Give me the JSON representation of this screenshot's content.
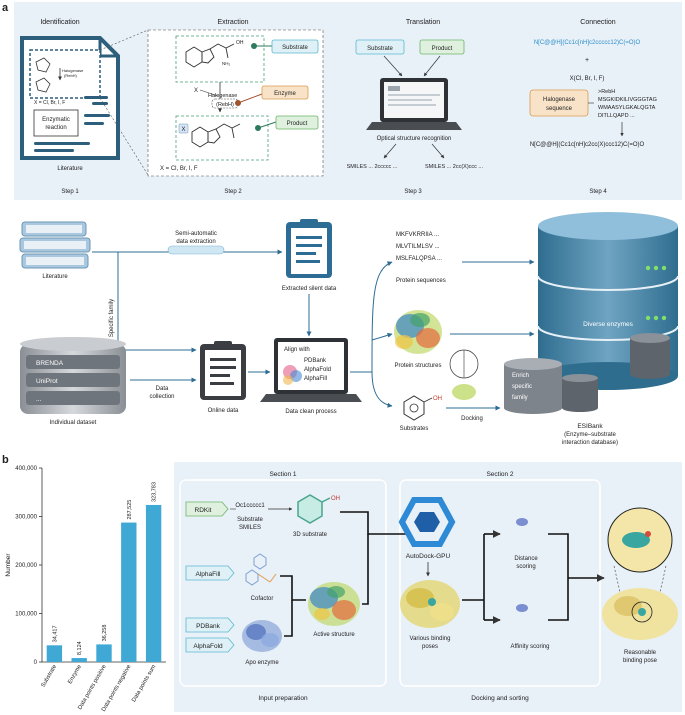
{
  "panel_a": {
    "letter": "a",
    "steps": {
      "identification": "Identification",
      "extraction": "Extraction",
      "translation": "Translation",
      "connection": "Connection",
      "step1": "Step 1",
      "step2": "Step 2",
      "step3": "Step 3",
      "step4": "Step 4"
    },
    "literature_doc": {
      "halogenase": "Halogenase",
      "rebh": "(RebH)",
      "x_eq": "X = Cl, Br, I, F",
      "enzymatic": "Enzymatic",
      "reaction": "reaction",
      "caption": "Literature"
    },
    "extraction": {
      "substrate": "Substrate",
      "enzyme": "Enzyme",
      "product": "Product",
      "halogenase": "Halogenase",
      "rebh": "(RebH)",
      "x_eq": "X = Cl, Br, I, F",
      "x": "X"
    },
    "translation": {
      "substrate": "Substrate",
      "product": "Product",
      "osr": "Optical structure recognition",
      "smiles1": "SMILES ... 2ccccc ...",
      "smiles2": "SMILES ... 2cc(X)ccc ..."
    },
    "connection": {
      "smiles_top": "N[C@@H](Cc1c[nH]c2ccccc12)C(=O)O",
      "plus": "+",
      "halogens": "X(Cl, Br, I, F)",
      "halogenase_seq_1": "Halogenase",
      "halogenase_seq_2": "sequence",
      "seq": [
        ">RebH",
        "MSGKIDKILIVGGGTAG",
        "WMAASYLGKALQGTA",
        "DITLLQAPD ..."
      ],
      "smiles_bottom": "N[C@@H](Cc1c[nH]c2cc(X)ccc12)C(=O)O"
    },
    "flow": {
      "literature": "Literature",
      "semi_auto_1": "Semi-automatic",
      "semi_auto_2": "data extraction",
      "specific_family": "Specific family",
      "extracted": "Extracted silent data",
      "db_items": [
        "BRENDA",
        "UniProt",
        "..."
      ],
      "individual": "Individual dataset",
      "data_collection_1": "Data",
      "data_collection_2": "collection",
      "online": "Online data",
      "align_with": "Align with",
      "align_items": [
        "PDBank",
        "AlphaFold",
        "AlphaFill"
      ],
      "clean": "Data clean process",
      "sequences": [
        "MKFVKRRIIA ...",
        "MLVTILMLSV ...",
        "MSLFALQPSA ..."
      ],
      "protein_sequences": "Protein sequences",
      "protein_structures": "Protein structures",
      "substrates": "Substrates",
      "oh": "OH",
      "docking": "Docking",
      "diverse": "Diverse enzymes",
      "enrich": [
        "Enrich",
        "specific",
        "family"
      ],
      "esibank": "ESIBank",
      "esibank_sub1": "(Enzyme–substrate",
      "esibank_sub2": "interaction database)"
    }
  },
  "panel_b": {
    "letter": "b",
    "section1": "Section 1",
    "section2": "Section 2",
    "rdkit": "RDKit",
    "smiles": "Oc1ccccc1",
    "substrate_smiles_1": "Substrate",
    "substrate_smiles_2": "SMILES",
    "substrate_3d": "3D substrate",
    "oh": "OH",
    "alphafill": "AlphaFill",
    "cofactor": "Cofactor",
    "pdbank": "PDBank",
    "alphafold": "AlphaFold",
    "active_structure": "Active structure",
    "apo_enzyme": "Apo enzyme",
    "autodock": "AutoDock-GPU",
    "various_1": "Various binding",
    "various_2": "poses",
    "distance_1": "Distance",
    "distance_2": "scoring",
    "affinity": "Affinity scoring",
    "reasonable_1": "Reasonable",
    "reasonable_2": "binding pose",
    "input_prep": "Input preparation",
    "docking_sorting": "Docking and sorting"
  },
  "chart_data": {
    "type": "bar",
    "categories": [
      "Substrate",
      "Enzyme",
      "Data points positive",
      "Data points negative",
      "Data points sum"
    ],
    "values": [
      34417,
      8124,
      36258,
      287525,
      323783
    ],
    "value_labels": [
      "34,417",
      "8,124",
      "36,258",
      "287,525",
      "323,783"
    ],
    "ylabel": "Number",
    "ylim": [
      0,
      400000
    ],
    "yticks": [
      0,
      100000,
      200000,
      300000,
      400000
    ],
    "ytick_labels": [
      "0",
      "100,000",
      "200,000",
      "300,000",
      "400,000"
    ],
    "bar_color": "#3fa8d4"
  }
}
